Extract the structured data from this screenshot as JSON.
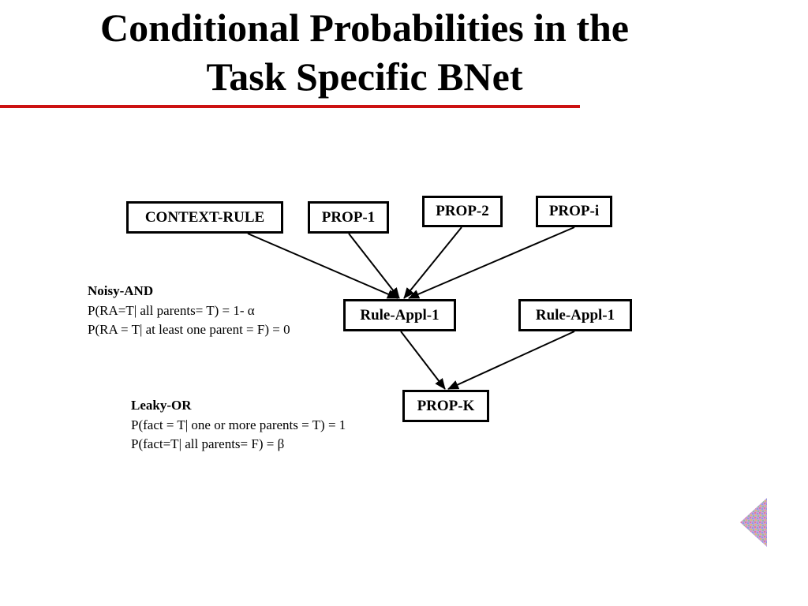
{
  "slide": {
    "title_line1": "Conditional Probabilities in the",
    "title_line2": "Task Specific BNet",
    "accent_color": "#cc1111"
  },
  "diagram": {
    "nodes": {
      "context_rule": "CONTEXT-RULE",
      "prop_1": "PROP-1",
      "prop_2": "PROP-2",
      "prop_i": "PROP-i",
      "rule_appl_a": "Rule-Appl-1",
      "rule_appl_b": "Rule-Appl-1",
      "prop_k": "PROP-K"
    },
    "edges": [
      [
        "CONTEXT-RULE",
        "Rule-Appl-1"
      ],
      [
        "PROP-1",
        "Rule-Appl-1"
      ],
      [
        "PROP-2",
        "Rule-Appl-1"
      ],
      [
        "PROP-i",
        "Rule-Appl-1"
      ],
      [
        "Rule-Appl-1",
        "PROP-K"
      ],
      [
        "Rule-Appl-1 (right)",
        "PROP-K"
      ]
    ]
  },
  "noisy_and": {
    "heading": "Noisy-AND",
    "line1": "P(RA=T| all parents= T) = 1- α",
    "line2": "P(RA = T| at least one parent = F) = 0"
  },
  "leaky_or": {
    "heading": "Leaky-OR",
    "line1": "P(fact = T| one or more parents = T) = 1",
    "line2": "P(fact=T| all parents= F) =  β"
  },
  "decoration": {
    "icon": "diamond-nav-icon"
  }
}
